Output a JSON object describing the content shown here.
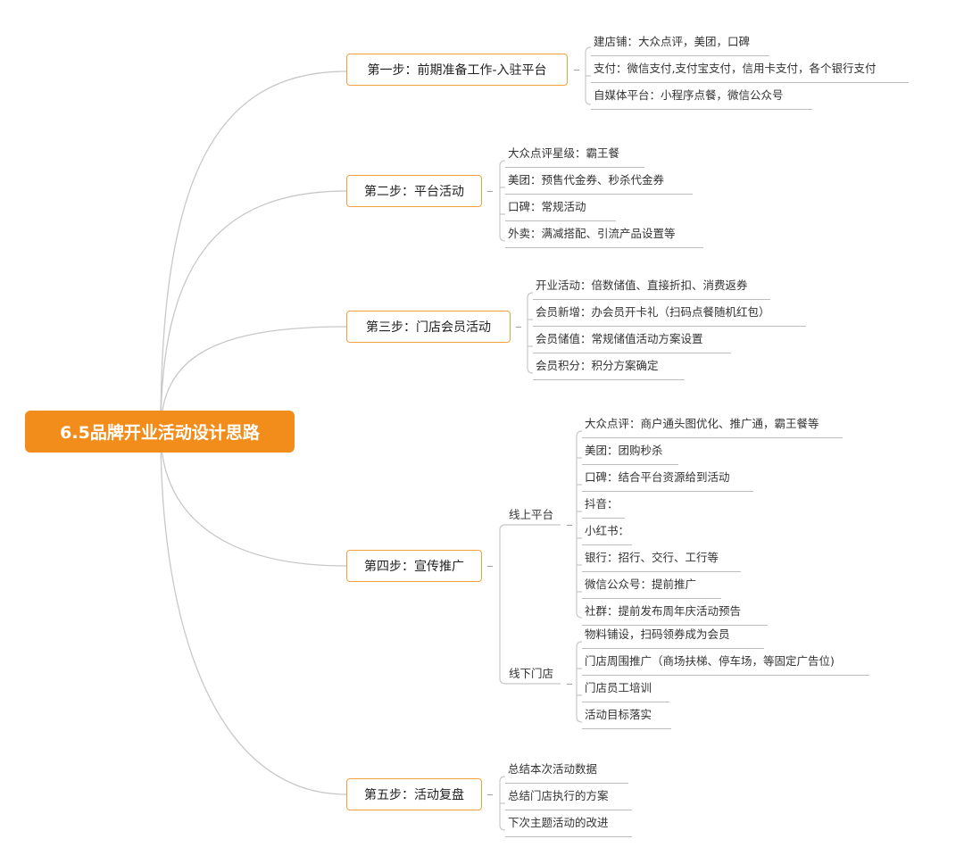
{
  "root": {
    "label": "6.5品牌开业活动设计思路"
  },
  "steps": [
    {
      "label": "第一步：前期准备工作-入驻平台",
      "items": [
        "建店铺：大众点评，美团，口碑",
        "支付：微信支付,支付宝支付，信用卡支付，各个银行支付",
        "自媒体平台：小程序点餐，微信公众号"
      ]
    },
    {
      "label": "第二步：平台活动",
      "items": [
        "大众点评星级：霸王餐",
        "美团：预售代金券、秒杀代金券",
        "口碑：常规活动",
        "外卖：满减搭配、引流产品设置等"
      ]
    },
    {
      "label": "第三步：门店会员活动",
      "items": [
        "开业活动：倍数储值、直接折扣、消费返券",
        "会员新增：办会员开卡礼（扫码点餐随机红包）",
        "会员储值：常规储值活动方案设置",
        "会员积分：积分方案确定"
      ]
    },
    {
      "label": "第四步：宣传推广",
      "groups": [
        {
          "label": "线上平台",
          "items": [
            "大众点评：商户通头图优化、推广通，霸王餐等",
            "美团：团购秒杀",
            "口碑：结合平台资源给到活动",
            "抖音：",
            "小红书：",
            "银行：招行、交行、工行等",
            "微信公众号：提前推广",
            "社群：提前发布周年庆活动预告"
          ]
        },
        {
          "label": "线下门店",
          "items": [
            "物料铺设，扫码领券成为会员",
            "门店周围推广（商场扶梯、停车场，等固定广告位)",
            "门店员工培训",
            "活动目标落实"
          ]
        }
      ]
    },
    {
      "label": "第五步：活动复盘",
      "items": [
        "总结本次活动数据",
        "总结门店执行的方案",
        "下次主题活动的改进"
      ]
    }
  ],
  "colors": {
    "accent": "#f28c1b",
    "step_border": "#f2a13a",
    "connector": "#c8c8c8"
  }
}
